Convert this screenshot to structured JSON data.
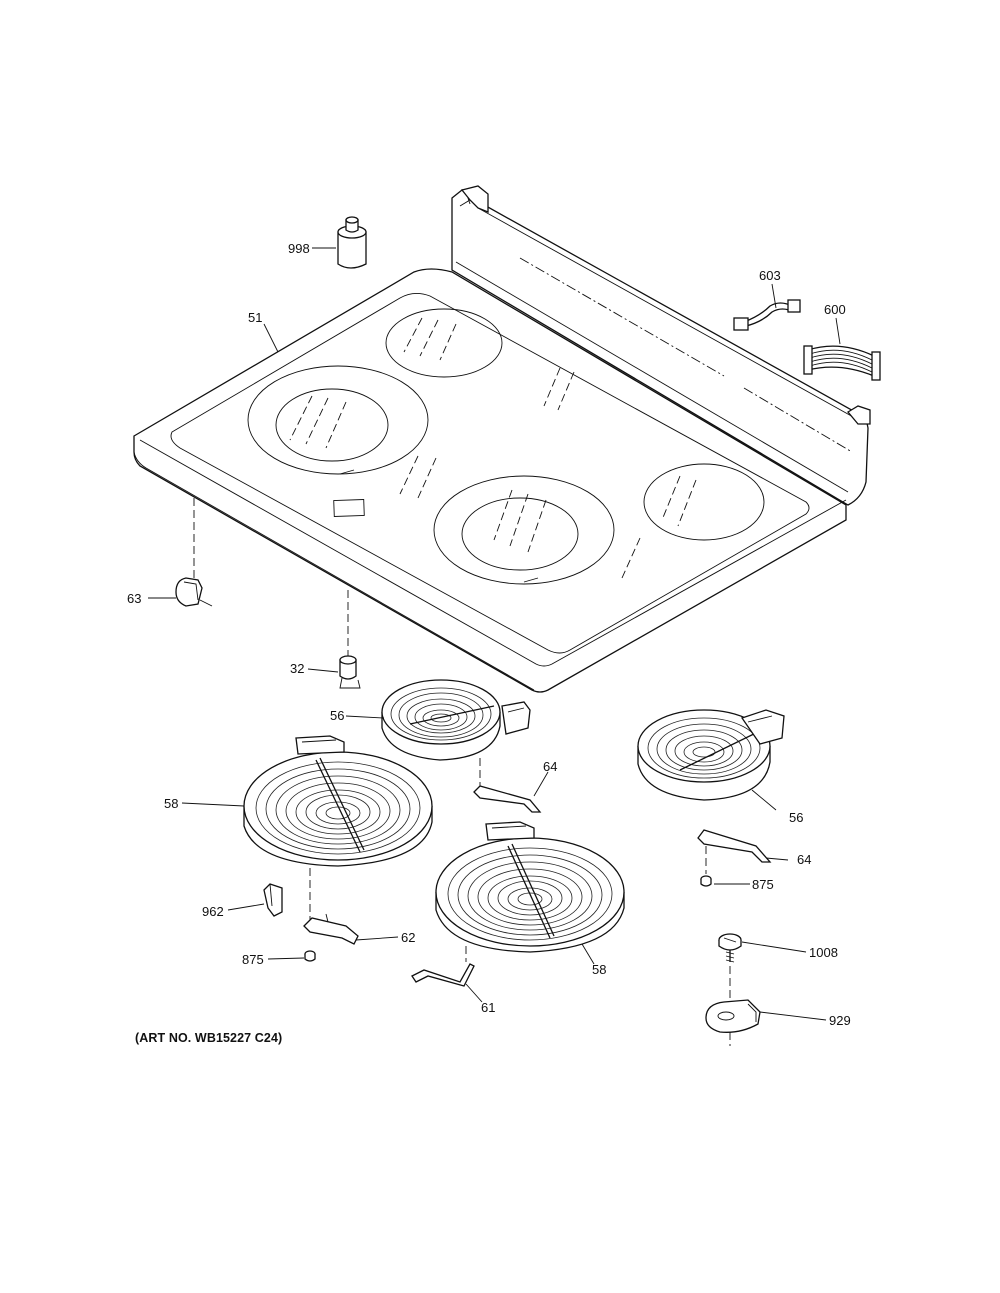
{
  "art_number": "(ART NO. WB15227 C24)",
  "callouts": [
    {
      "id": "c998",
      "label": "998"
    },
    {
      "id": "c603",
      "label": "603"
    },
    {
      "id": "c600",
      "label": "600"
    },
    {
      "id": "c51",
      "label": "51"
    },
    {
      "id": "c63",
      "label": "63"
    },
    {
      "id": "c32",
      "label": "32"
    },
    {
      "id": "c56a",
      "label": "56"
    },
    {
      "id": "c56b",
      "label": "56"
    },
    {
      "id": "c64a",
      "label": "64"
    },
    {
      "id": "c64b",
      "label": "64"
    },
    {
      "id": "c58a",
      "label": "58"
    },
    {
      "id": "c58b",
      "label": "58"
    },
    {
      "id": "c875a",
      "label": "875"
    },
    {
      "id": "c875b",
      "label": "875"
    },
    {
      "id": "c962",
      "label": "962"
    },
    {
      "id": "c62",
      "label": "62"
    },
    {
      "id": "c61",
      "label": "61"
    },
    {
      "id": "c1008",
      "label": "1008"
    },
    {
      "id": "c929",
      "label": "929"
    }
  ]
}
